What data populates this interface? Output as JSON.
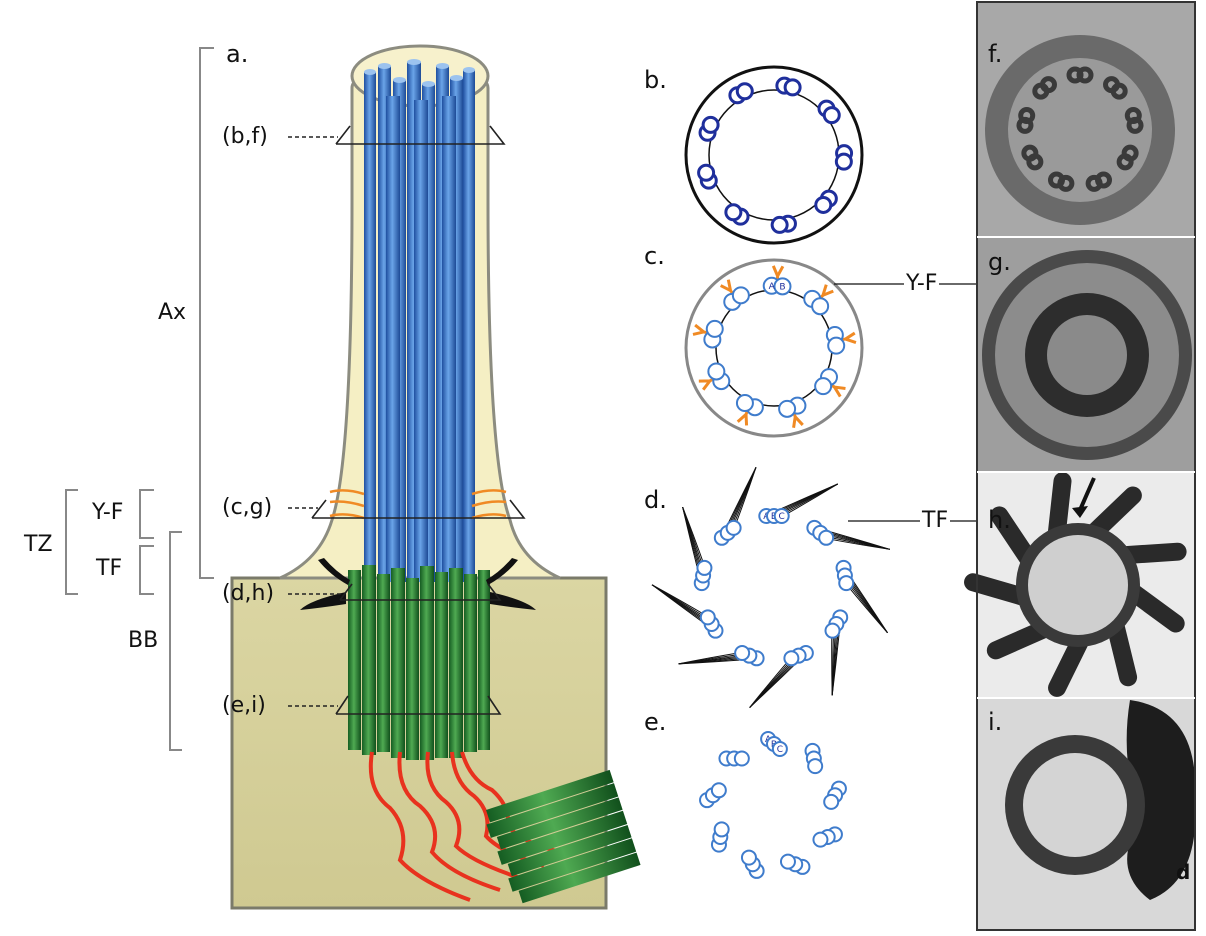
{
  "panels": {
    "a": "a.",
    "b": "b.",
    "c": "c.",
    "d": "d.",
    "e": "e.",
    "f": "f.",
    "g": "g.",
    "h": "h.",
    "i": "i."
  },
  "brackets": {
    "ax": "Ax",
    "yf": "Y-F",
    "tz": "TZ",
    "tf": "TF",
    "bb": "BB"
  },
  "section_refs": {
    "bf": "(b,f)",
    "cg": "(c,g)",
    "dh": "(d,h)",
    "ei": "(e,i)"
  },
  "callouts": {
    "yf": "Y-F",
    "tf": "TF",
    "d_mark": "d"
  },
  "doublet_labels": {
    "a": "A",
    "b": "B"
  },
  "triplet_labels": {
    "a": "A",
    "b": "B",
    "c": "C"
  },
  "colors": {
    "axoneme_mt": "#4a86d4",
    "basal_body_mt": "#2f8a3a",
    "cilium_membrane": "#f5efc4",
    "cell_body": "#d9d5a0",
    "y_links": "#f08a24",
    "rootlets": "#e8321e",
    "cross_section_blue": "#1f2f9c",
    "cross_section_light_blue": "#3f7ccc"
  }
}
